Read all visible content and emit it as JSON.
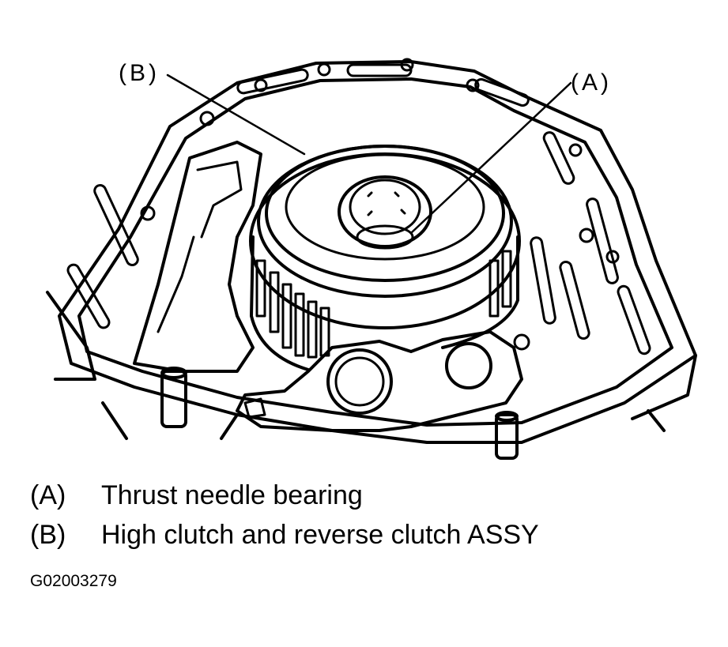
{
  "callouts": {
    "a": "(A)",
    "b": "(B)"
  },
  "legend": [
    {
      "key": "(A)",
      "text": "Thrust needle bearing"
    },
    {
      "key": "(B)",
      "text": "High clutch and reverse clutch ASSY"
    }
  ],
  "figure_id": "G02003279",
  "colors": {
    "ink": "#000000",
    "paper": "#ffffff"
  }
}
